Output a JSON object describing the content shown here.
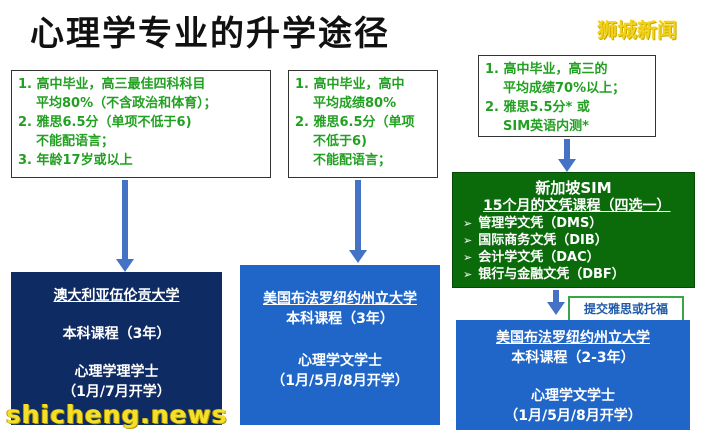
{
  "title": "心理学专业的升学途径",
  "watermark_top": "狮城新闻",
  "watermark_bottom": "shicheng.news",
  "col1": {
    "requirements": [
      "1.  高中毕业，高三最佳四科科目",
      "平均80%（不含政治和体育）；",
      "2.  雅思6.5分（单项不低于6)",
      "不能配语言；",
      "3.  年龄17岁或以上"
    ],
    "university": "澳大利亚伍伦贡大学",
    "program": "本科课程（3年）",
    "degree": "心理学理学士",
    "intake": "（1月/7月开学）"
  },
  "col2": {
    "requirements": [
      "1.  高中毕业，高中",
      "平均成绩80%",
      "2.  雅思6.5分（单项",
      "不低于6)",
      "不能配语言；"
    ],
    "university": "美国布法罗纽约州立大学",
    "program": "本科课程（3年）",
    "degree": "心理学文学士",
    "intake": "（1月/5月/8月开学）"
  },
  "col3": {
    "requirements": [
      "1.  高中毕业，高三的",
      "平均成绩70%以上；",
      "2.  雅思5.5分* 或",
      "SIM英语内测*"
    ],
    "sim_title": "新加坡SIM",
    "sim_subtitle": "15个月的文凭课程（四选一）",
    "sim_options": [
      "管理学文凭（DMS）",
      "国际商务文凭（DIB）",
      "会计学文凭（DAC）",
      "银行与金融文凭（DBF）"
    ],
    "note": "提交雅思或托福",
    "university": "美国布法罗纽约州立大学",
    "program": "本科课程（2-3年）",
    "degree": "心理学文学士",
    "intake": "（1月/5月/8月开学）"
  },
  "colors": {
    "arrow": "#4472c4",
    "navy": "#0f2b63",
    "blue": "#1f66c8",
    "green": "#0b6b0b",
    "text_green": "#22a022"
  }
}
